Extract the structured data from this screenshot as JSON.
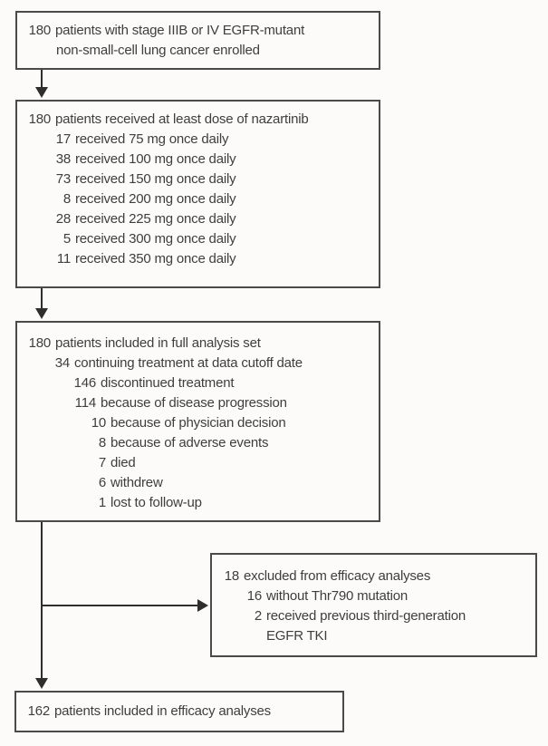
{
  "colors": {
    "background": "#fcfbf9",
    "box_border": "#4a4a4a",
    "text": "#3e3e3e",
    "arrow": "#2e2e2e"
  },
  "box_enrollment": {
    "num": "180",
    "text": "patients with stage IIIB or IV EGFR-mutant",
    "text_line2": "non-small-cell lung cancer enrolled"
  },
  "box_dosing": {
    "num": "180",
    "text": "patients received at least dose of nazartinib",
    "items": [
      {
        "num": "17",
        "text": "received 75 mg once daily"
      },
      {
        "num": "38",
        "text": "received 100 mg once daily"
      },
      {
        "num": "73",
        "text": "received 150 mg once daily"
      },
      {
        "num": "8",
        "text": "received 200 mg once daily"
      },
      {
        "num": "28",
        "text": "received 225 mg once daily"
      },
      {
        "num": "5",
        "text": "received 300 mg once daily"
      },
      {
        "num": "11",
        "text": "received 350 mg once daily"
      }
    ]
  },
  "box_full_analysis": {
    "num": "180",
    "text": "patients included in full analysis set",
    "items": [
      {
        "num": "34",
        "text": "continuing treatment at data cutoff date"
      },
      {
        "num": "146",
        "text": "discontinued treatment"
      },
      {
        "num": "114",
        "text": "because of disease progression"
      },
      {
        "num": "10",
        "text": "because of physician decision"
      },
      {
        "num": "8",
        "text": "because of adverse events"
      },
      {
        "num": "7",
        "text": "died"
      },
      {
        "num": "6",
        "text": "withdrew"
      },
      {
        "num": "1",
        "text": "lost to follow-up"
      }
    ]
  },
  "box_excluded": {
    "num": "18",
    "text": "excluded from efficacy analyses",
    "items": [
      {
        "num": "16",
        "text": "without Thr790 mutation"
      },
      {
        "num": "2",
        "text": "received previous third-generation"
      },
      {
        "num": "",
        "text": "EGFR TKI"
      }
    ]
  },
  "box_efficacy": {
    "num": "162",
    "text": "patients included in efficacy analyses"
  }
}
